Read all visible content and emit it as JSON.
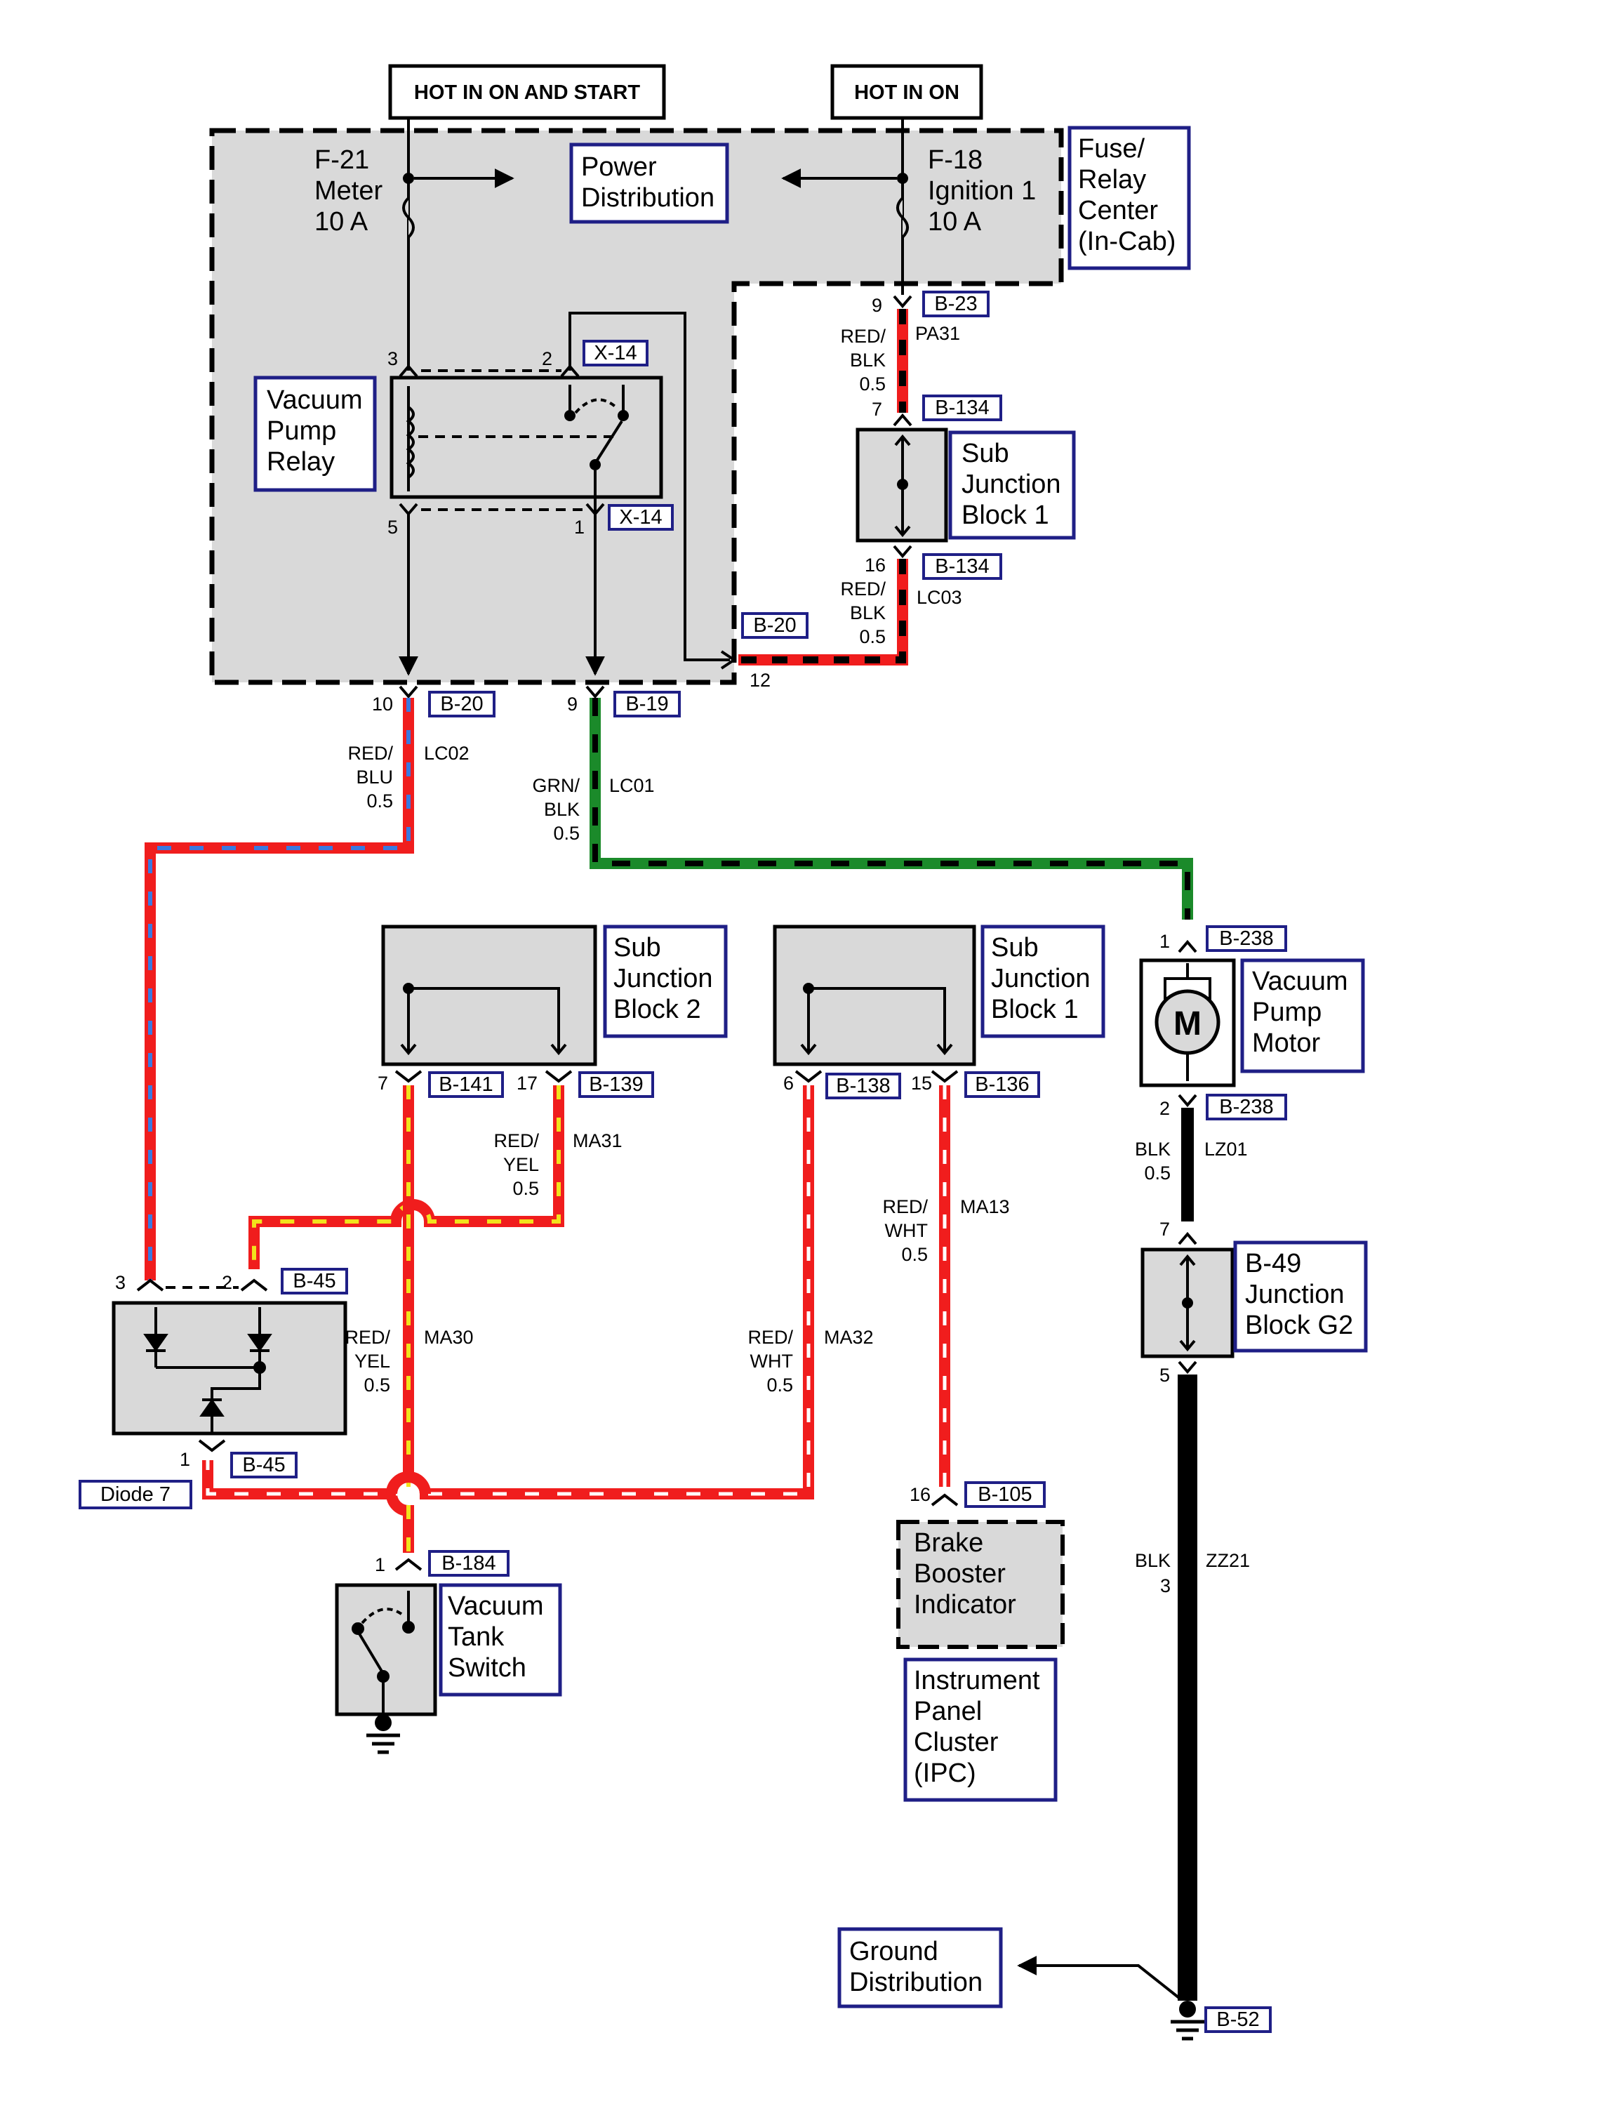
{
  "supply": {
    "hot_start": "HOT IN ON AND START",
    "hot_on": "HOT IN ON"
  },
  "fuse_box": {
    "label_lines": [
      "Fuse/",
      "Relay",
      "Center",
      "(In-Cab)"
    ],
    "power_distribution_lines": [
      "Power",
      "Distribution"
    ],
    "fuse_meter_lines": [
      "F-21",
      "Meter",
      "10 A"
    ],
    "fuse_ignition_lines": [
      "F-18",
      "Ignition 1",
      "10 A"
    ]
  },
  "relay": {
    "label_lines": [
      "Vacuum",
      "Pump",
      "Relay"
    ],
    "pin_3": "3",
    "pin_2": "2",
    "pin_5": "5",
    "pin_1": "1",
    "conn_top": "X-14",
    "conn_bottom": "X-14"
  },
  "sub_junction_block_1_top": {
    "label_lines": [
      "Sub",
      "Junction",
      "Block 1"
    ],
    "pin_in": "7",
    "conn_in": "B-134",
    "pin_out": "16",
    "conn_out": "B-134"
  },
  "wires": {
    "pa31": {
      "pin": "9",
      "conn": "B-23",
      "color_lines": [
        "RED/",
        "BLK",
        "0.5"
      ],
      "circuit": "PA31"
    },
    "lc03": {
      "color_lines": [
        "RED/",
        "BLK",
        "0.5"
      ],
      "circuit": "LC03",
      "conn": "B-20",
      "pin": "12"
    },
    "lc02": {
      "pin": "10",
      "conn": "B-20",
      "color_lines": [
        "RED/",
        "BLU",
        "0.5"
      ],
      "circuit": "LC02"
    },
    "lc01": {
      "pin": "9",
      "conn": "B-19",
      "color_lines": [
        "GRN/",
        "BLK",
        "0.5"
      ],
      "circuit": "LC01"
    },
    "ma31": {
      "color_lines": [
        "RED/",
        "YEL",
        "0.5"
      ],
      "circuit": "MA31"
    },
    "ma30": {
      "color_lines": [
        "RED/",
        "YEL",
        "0.5"
      ],
      "circuit": "MA30"
    },
    "ma32": {
      "color_lines": [
        "RED/",
        "WHT",
        "0.5"
      ],
      "circuit": "MA32"
    },
    "ma13": {
      "color_lines": [
        "RED/",
        "WHT",
        "0.5"
      ],
      "circuit": "MA13"
    },
    "lz01": {
      "color_lines": [
        "BLK",
        "0.5"
      ],
      "circuit": "LZ01"
    },
    "zz21": {
      "color_lines": [
        "BLK",
        "3"
      ],
      "circuit": "ZZ21"
    }
  },
  "sub_junction_block_2": {
    "label_lines": [
      "Sub",
      "Junction",
      "Block 2"
    ],
    "pin_left": "7",
    "conn_left": "B-141",
    "pin_right": "17",
    "conn_right": "B-139"
  },
  "sub_junction_block_1_bottom": {
    "label_lines": [
      "Sub",
      "Junction",
      "Block 1"
    ],
    "pin_left": "6",
    "conn_left": "B-138",
    "pin_right": "15",
    "conn_right": "B-136"
  },
  "vacuum_pump_motor": {
    "label_lines": [
      "Vacuum",
      "Pump",
      "Motor"
    ],
    "symbol": "M",
    "pin_top": "1",
    "conn_top": "B-238",
    "pin_bottom": "2",
    "conn_bottom": "B-238"
  },
  "junction_block_g2": {
    "label_lines": [
      "B-49",
      "Junction",
      "Block G2"
    ],
    "pin_top": "7",
    "pin_bottom": "5"
  },
  "diode": {
    "label": "Diode 7",
    "pin_3": "3",
    "pin_2": "2",
    "conn_top": "B-45",
    "pin_1": "1",
    "conn_bottom": "B-45"
  },
  "vacuum_tank_switch": {
    "label_lines": [
      "Vacuum",
      "Tank",
      "Switch"
    ],
    "pin": "1",
    "conn": "B-184"
  },
  "brake_indicator": {
    "label_lines": [
      "Brake",
      "Booster",
      "Indicator"
    ],
    "pin": "16",
    "conn": "B-105"
  },
  "ipc": {
    "label_lines": [
      "Instrument",
      "Panel",
      "Cluster",
      "(IPC)"
    ]
  },
  "ground_distribution": {
    "label_lines": [
      "Ground",
      "Distribution"
    ],
    "conn": "B-52"
  },
  "colors": {
    "red": "#f01d1d",
    "green": "#1b8a2a",
    "blue_stripe": "#3b78e0",
    "yellow_stripe": "#f2e21c",
    "white_stripe": "#ffffff",
    "black": "#000000",
    "component_fill": "#d9d9d9",
    "label_border": "#1f1f86"
  }
}
